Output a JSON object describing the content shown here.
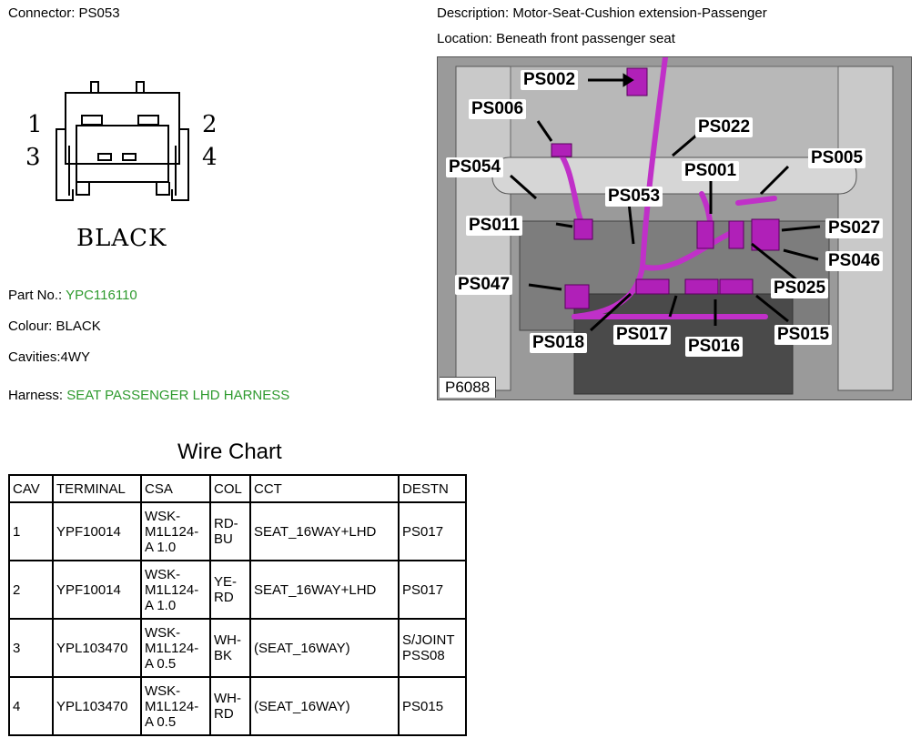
{
  "connector": {
    "label": "Connector:",
    "value": "PS053",
    "pin_labels": [
      "1",
      "2",
      "3",
      "4"
    ],
    "body_label": "BLACK"
  },
  "description": {
    "label": "Description:",
    "value": "Motor-Seat-Cushion extension-Passenger"
  },
  "location": {
    "label": "Location:",
    "value": "Beneath front passenger seat"
  },
  "part_no": {
    "label": "Part No.:",
    "value": "YPC116110"
  },
  "colour": {
    "label": "Colour:",
    "value": "BLACK"
  },
  "cavities": {
    "label": "Cavities:",
    "value": "4WY"
  },
  "harness": {
    "label": "Harness:",
    "value": "SEAT PASSENGER LHD HARNESS"
  },
  "photo": {
    "code": "P6088",
    "callouts": [
      "PS002",
      "PS006",
      "PS022",
      "PS005",
      "PS054",
      "PS001",
      "PS053",
      "PS011",
      "PS027",
      "PS046",
      "PS047",
      "PS025",
      "PS018",
      "PS017",
      "PS016",
      "PS015"
    ]
  },
  "wire_chart": {
    "title": "Wire Chart",
    "headers": [
      "CAV",
      "TERMINAL",
      "CSA",
      "COL",
      "CCT",
      "DESTN"
    ],
    "rows": [
      [
        "1",
        "YPF10014",
        "WSK-M1L124-A 1.0",
        "RD-BU",
        "SEAT_16WAY+LHD",
        "PS017"
      ],
      [
        "2",
        "YPF10014",
        "WSK-M1L124-A 1.0",
        "YE-RD",
        "SEAT_16WAY+LHD",
        "PS017"
      ],
      [
        "3",
        "YPL103470",
        "WSK-M1L124-A 0.5",
        "WH-BK",
        "(SEAT_16WAY)",
        "S/JOINT PSS08"
      ],
      [
        "4",
        "YPL103470",
        "WSK-M1L124-A 0.5",
        "WH-RD",
        "(SEAT_16WAY)",
        "PS015"
      ]
    ]
  },
  "colors": {
    "green_value": "#2e9a2e",
    "harness_magenta": "#c030c8"
  }
}
